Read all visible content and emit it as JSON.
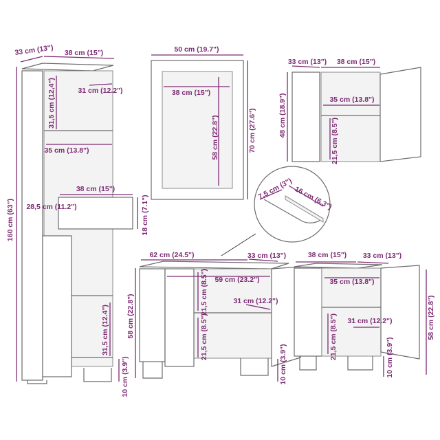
{
  "colors": {
    "dimension": "#7d2a73",
    "outline": "#6b6b6b"
  },
  "tall_cabinet": {
    "depth": "33 cm (13\")",
    "width": "38 cm (15\")",
    "top_compartment_height": "31,5 cm (12,4\")",
    "inner_depth": "31 cm (12.2\")",
    "inner_width": "35 cm (13.8\")",
    "drawer_width": "38 cm (15\")",
    "drawer_depth": "28,5 cm (11.2\")",
    "drawer_height": "18 cm (7.1\")",
    "total_height": "160 cm (63\")",
    "bottom_compartment_height": "31,5 cm (12.4\")",
    "leg_height": "10 cm (3.9\")"
  },
  "mirror": {
    "outer_width": "50 cm (19.7\")",
    "inner_width": "38 cm (15\")",
    "inner_height": "58 cm (22.8\")",
    "outer_height": "70 cm (27.6\")"
  },
  "wall_cabinet": {
    "depth": "33 cm (13\")",
    "width": "38 cm (15\")",
    "height": "48 cm (18.9\")",
    "inner_width": "35 cm (13.8\")",
    "compartment_height": "21,5 cm (8.5\")"
  },
  "detail": {
    "cutout_depth": "7,5 cm (3\")",
    "cutout_length": "16 cm (6.3\")"
  },
  "sink_cabinet": {
    "width": "62 cm (24.5\")",
    "depth": "33 cm (13\")",
    "inner_width": "59 cm (23.2\")",
    "inner_depth": "31 cm (12.2\")",
    "upper_compartment_height": "21,5 cm (8.5\")",
    "lower_compartment_height": "21,5 cm (8.5\")",
    "height": "58 cm (22.8\")",
    "leg_height": "10 cm (3.9\")"
  },
  "small_cabinet": {
    "width": "38 cm (15\")",
    "depth": "33 cm (13\")",
    "inner_width": "35 cm (13.8\")",
    "inner_depth": "31 cm (12.2\")",
    "compartment_height": "21,5 cm (8.5\")",
    "leg_height": "10 cm (3.9\")",
    "height": "58 cm (22.8\")"
  }
}
